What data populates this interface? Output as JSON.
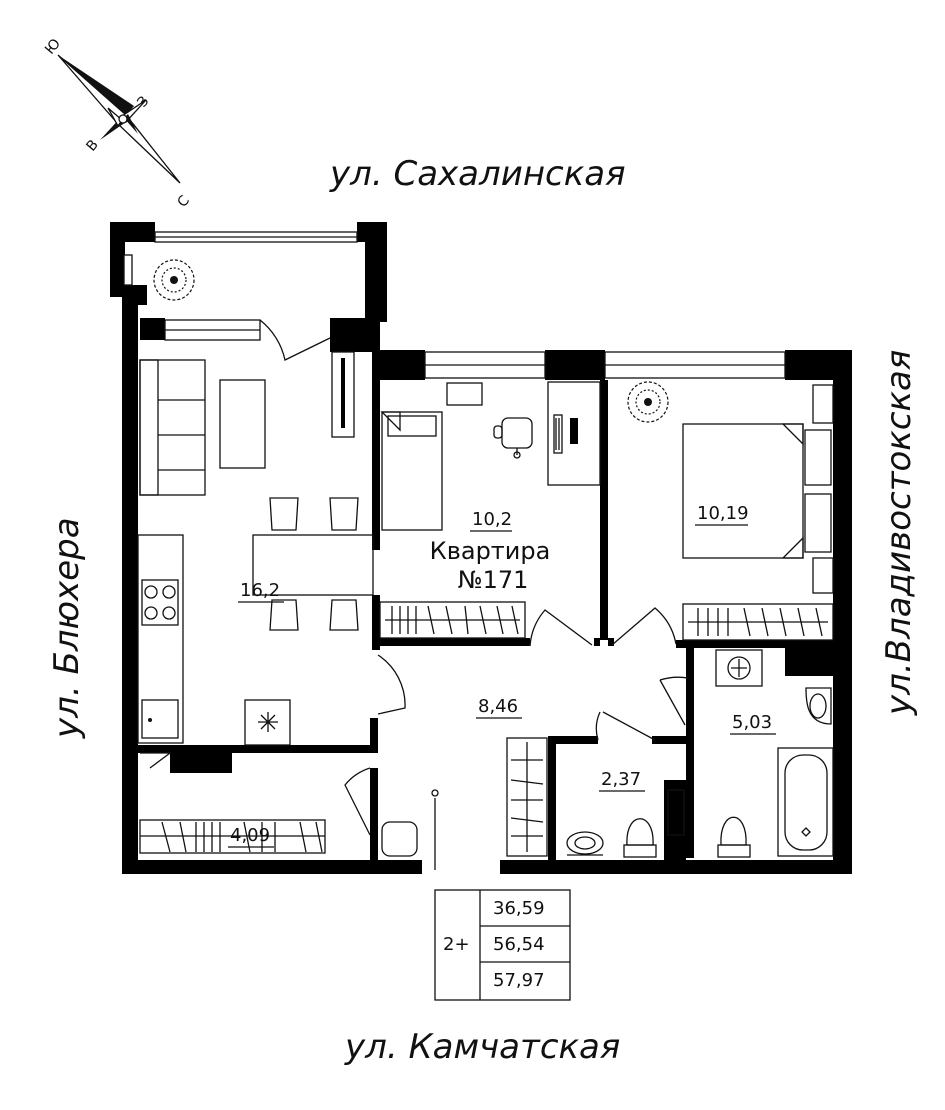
{
  "streets": {
    "north": "ул. Сахалинская",
    "west": "ул. Блюхера",
    "east": "ул.Владивостокская",
    "south": "ул. Камчатская"
  },
  "compass": {
    "n": "Ю",
    "e": "З",
    "w": "В",
    "s": "С"
  },
  "apartment": {
    "line1": "Квартира",
    "line2": "№171"
  },
  "rooms": {
    "living_kitchen": "16,2",
    "bedroom_left": "10,2",
    "bedroom_right": "10,19",
    "hall": "8,46",
    "bathroom": "5,03",
    "toilet": "2,37",
    "balcony": "4,09"
  },
  "summary": {
    "rooms": "2+",
    "living_area": "36,59",
    "total_area": "56,54",
    "total_with_balcony": "57,97"
  }
}
